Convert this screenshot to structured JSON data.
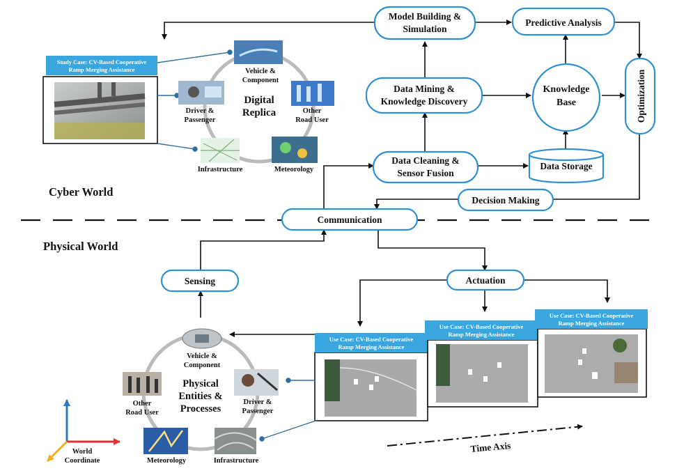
{
  "worlds": {
    "cyber": "Cyber World",
    "physical": "Physical World"
  },
  "nodes": {
    "model_building": [
      "Model Building &",
      "Simulation"
    ],
    "predictive": "Predictive Analysis",
    "optimization": "Optimization",
    "data_mining": [
      "Data Mining &",
      "Knowledge Discovery"
    ],
    "knowledge_base": [
      "Knowledge",
      "Base"
    ],
    "data_cleaning": [
      "Data Cleaning &",
      "Sensor Fusion"
    ],
    "data_storage": "Data Storage",
    "decision_making": "Decision Making",
    "communication": "Communication",
    "sensing": "Sensing",
    "actuation": "Actuation"
  },
  "digital_replica": {
    "center": [
      "Digital",
      "Replica"
    ],
    "items": {
      "vehicle": [
        "Vehicle &",
        "Component"
      ],
      "other_user": [
        "Other",
        "Road User"
      ],
      "meteorology": "Meteorology",
      "infrastructure": "Infrastructure",
      "driver": [
        "Driver &",
        "Passenger"
      ]
    }
  },
  "physical_entities": {
    "center": [
      "Physical",
      "Entities &",
      "Processes"
    ],
    "items": {
      "vehicle": [
        "Vehicle &",
        "Component"
      ],
      "driver": [
        "Driver &",
        "Passenger"
      ],
      "infrastructure": "Infrastructure",
      "meteorology": "Meteorology",
      "other_user": [
        "Other",
        "Road User"
      ]
    }
  },
  "study_case": [
    "Study Case: CV-Based Cooperative",
    "Ramp Merging Assistance"
  ],
  "use_case": [
    "Use Case: CV-Based Cooperative",
    "Ramp Merging Assistance"
  ],
  "axes": {
    "world": [
      "World",
      "Coordinate"
    ],
    "time": "Time Axis"
  },
  "colors": {
    "node_border": "#2f8fd0",
    "banner": "#3aa6e0",
    "x_axis": "#e03030",
    "y_axis": "#2a7ac0",
    "z_axis": "#f0b020"
  }
}
